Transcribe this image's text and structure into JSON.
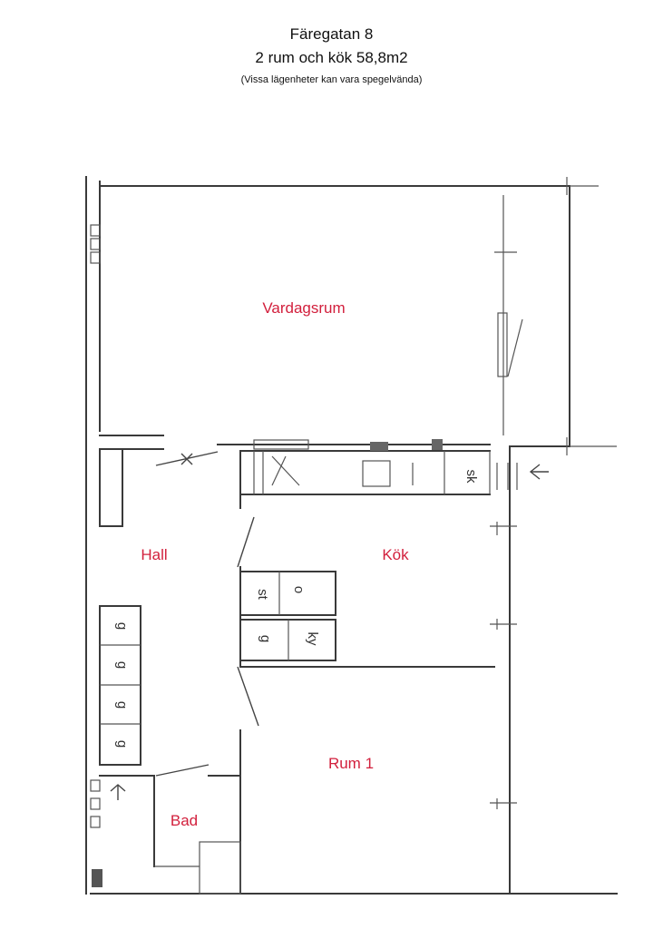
{
  "header": {
    "title": "Färegatan 8",
    "subtitle": "2 rum och kök 58,8m2",
    "note": "(Vissa lägenheter kan vara spegelvända)"
  },
  "rooms": {
    "vardagsrum": "Vardagsrum",
    "hall": "Hall",
    "kok": "Kök",
    "rum1": "Rum 1",
    "bad": "Bad"
  },
  "fixtures": {
    "sk": "sk",
    "st": "st",
    "o": "o",
    "ky": "ky",
    "g": "g",
    "wardrobe": [
      "g",
      "g",
      "g",
      "g"
    ]
  },
  "colors": {
    "room_label": "#d21f3c",
    "wall": "#3a3a3a"
  }
}
